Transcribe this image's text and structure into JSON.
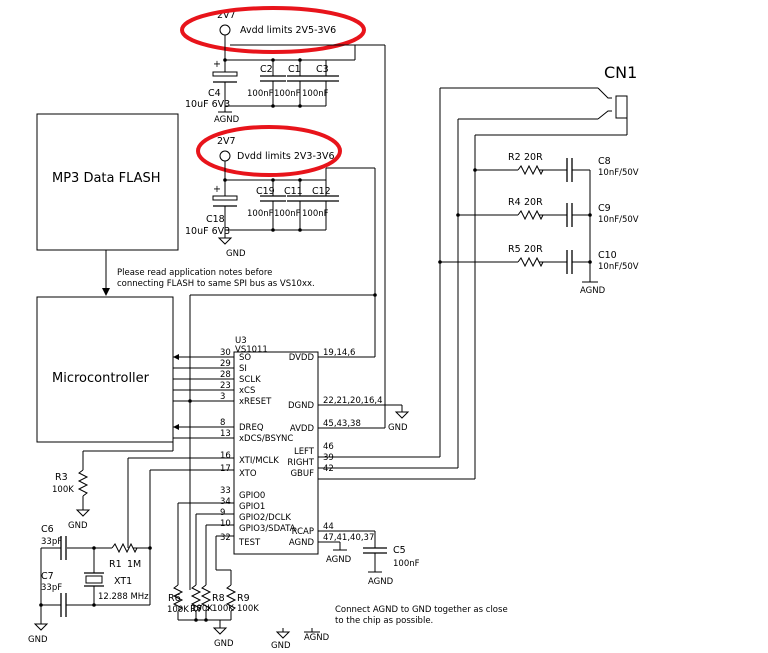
{
  "supply_top": {
    "voltage": "2V7",
    "note": "Avdd limits 2V5-3V6"
  },
  "supply_mid": {
    "voltage": "2V7",
    "note": "Dvdd limits 2V3-3V6"
  },
  "blocks": {
    "flash": "MP3 Data FLASH",
    "mcu": "Microcontroller"
  },
  "app_note": [
    "Please read application notes before",
    "connecting FLASH to same SPI bus as VS10xx."
  ],
  "footer_note": [
    "Connect AGND to GND together as close",
    "to the chip as possible."
  ],
  "connector": {
    "name": "CN1"
  },
  "ic": {
    "ref": "U3",
    "part": "VS1011",
    "left_pins": [
      {
        "num": "30",
        "name": "SO"
      },
      {
        "num": "29",
        "name": "SI"
      },
      {
        "num": "28",
        "name": "SCLK"
      },
      {
        "num": "23",
        "name": "xCS"
      },
      {
        "num": "3",
        "name": "xRESET"
      },
      {
        "num": "8",
        "name": "DREQ"
      },
      {
        "num": "13",
        "name": "xDCS/BSYNC"
      },
      {
        "num": "16",
        "name": "XTI/MCLK"
      },
      {
        "num": "17",
        "name": "XTO"
      },
      {
        "num": "33",
        "name": "GPIO0"
      },
      {
        "num": "34",
        "name": "GPIO1"
      },
      {
        "num": "9",
        "name": "GPIO2/DCLK"
      },
      {
        "num": "10",
        "name": "GPIO3/SDATA"
      },
      {
        "num": "32",
        "name": "TEST"
      }
    ],
    "right_pins": [
      {
        "num": "19,14,6",
        "name": "DVDD"
      },
      {
        "num": "22,21,20,16,4",
        "name": "DGND"
      },
      {
        "num": "45,43,38",
        "name": "AVDD"
      },
      {
        "num": "46",
        "name": "LEFT"
      },
      {
        "num": "39",
        "name": "RIGHT"
      },
      {
        "num": "42",
        "name": "GBUF"
      },
      {
        "num": "44",
        "name": "RCAP"
      },
      {
        "num": "47,41,40,37",
        "name": "AGND"
      }
    ]
  },
  "components": {
    "C2": {
      "ref": "C2",
      "value": "100nF"
    },
    "C1": {
      "ref": "C1",
      "value": "100nF"
    },
    "C3": {
      "ref": "C3",
      "value": "100nF"
    },
    "C4": {
      "ref": "C4",
      "value": "10uF 6V3"
    },
    "C19": {
      "ref": "C19",
      "value": "100nF"
    },
    "C11": {
      "ref": "C11",
      "value": "100nF"
    },
    "C12": {
      "ref": "C12",
      "value": "100nF"
    },
    "C18": {
      "ref": "C18",
      "value": "10uF 6V3"
    },
    "R2": {
      "ref": "R2",
      "value": "20R"
    },
    "R4": {
      "ref": "R4",
      "value": "20R"
    },
    "R5": {
      "ref": "R5",
      "value": "20R"
    },
    "C8": {
      "ref": "C8",
      "value": "10nF/50V"
    },
    "C9": {
      "ref": "C9",
      "value": "10nF/50V"
    },
    "C10": {
      "ref": "C10",
      "value": "10nF/50V"
    },
    "R3": {
      "ref": "R3",
      "value": "100K"
    },
    "C6": {
      "ref": "C6",
      "value": "33pF"
    },
    "C7": {
      "ref": "C7",
      "value": "33pF"
    },
    "R1": {
      "ref": "R1",
      "value": "1M"
    },
    "XT1": {
      "ref": "XT1",
      "value": "12.288 MHz"
    },
    "R6": {
      "ref": "R6",
      "value": "100K"
    },
    "R7": {
      "ref": "R7",
      "value": "100K"
    },
    "R8": {
      "ref": "R8",
      "value": "100K"
    },
    "R9": {
      "ref": "R9",
      "value": "100K"
    },
    "C5": {
      "ref": "C5",
      "value": "100nF"
    }
  },
  "labels": {
    "gnd": "GND",
    "agnd": "AGND",
    "plus": "+"
  }
}
